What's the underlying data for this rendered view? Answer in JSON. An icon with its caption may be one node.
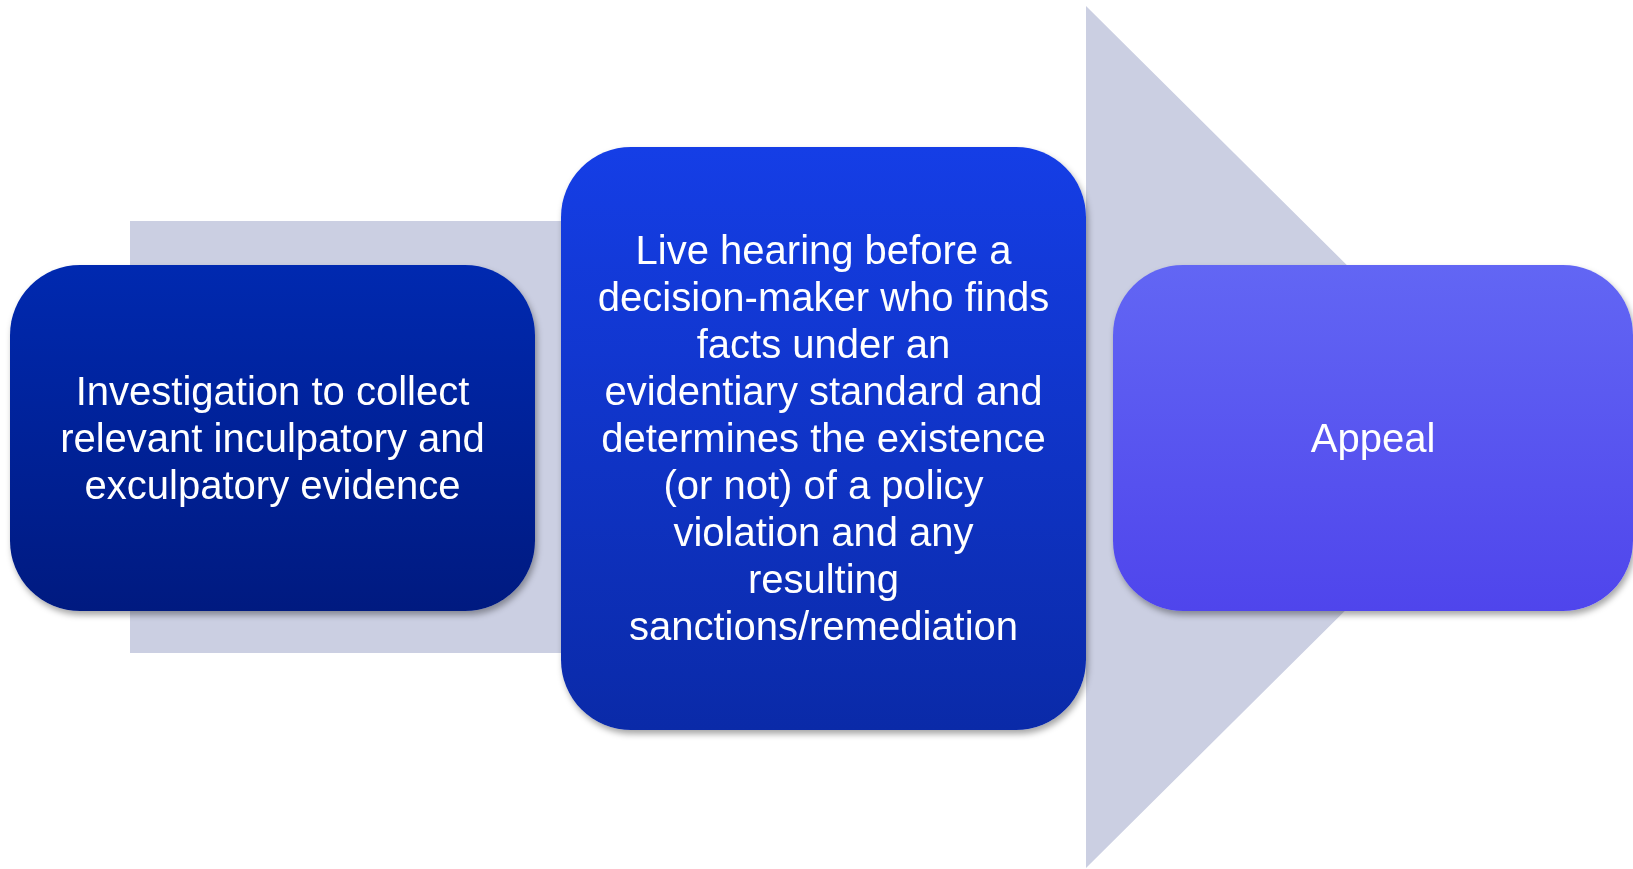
{
  "diagram": {
    "nodes": [
      {
        "text": [
          "Investigation to collect relevant inculpatory and exculpatory evidence"
        ]
      },
      {
        "text": [
          "Live hearing before a decision-maker who finds facts under an evidentiary standard and determines the existence (or not) of a policy violation and any resulting sanctions/remediation"
        ]
      },
      {
        "text": [
          "Appeal"
        ]
      }
    ],
    "edges": [
      {
        "from": 0,
        "to": 2,
        "arrow": "to"
      }
    ]
  }
}
